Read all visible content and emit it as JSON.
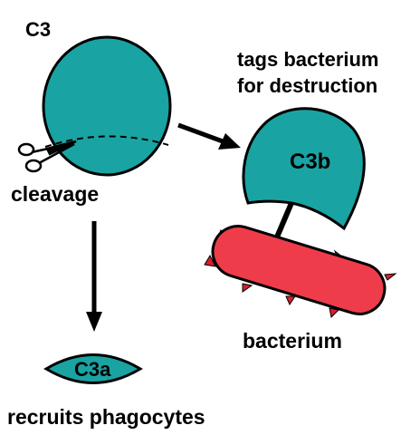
{
  "labels": {
    "c3": "C3",
    "cleavage": "cleavage",
    "tags_line1": "tags bacterium",
    "tags_line2": "for destruction",
    "c3b": "C3b",
    "bacterium": "bacterium",
    "c3a": "C3a",
    "recruits": "recruits phagocytes"
  },
  "icons": [
    "scissors-icon",
    "arrow-right-down",
    "arrow-down"
  ],
  "colors": {
    "protein_fill": "#1aa3a3",
    "bacterium_fill": "#ee3c4b",
    "spike_fill": "#d61f2d",
    "outline": "#000000"
  }
}
